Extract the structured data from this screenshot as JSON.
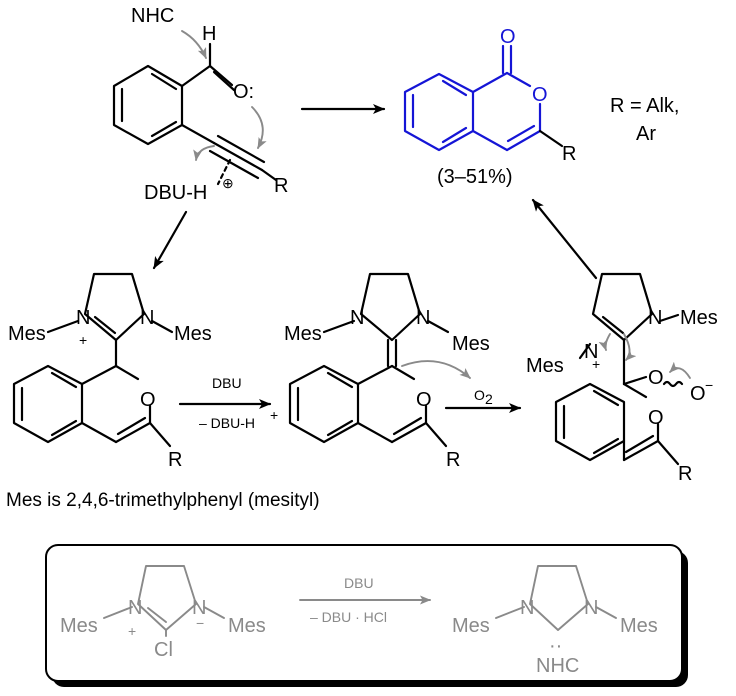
{
  "reagents": {
    "nhc": "NHC",
    "h": "H",
    "o_lone": "O:",
    "r": "R",
    "dbu_h": "DBU-H",
    "plus": "⊕"
  },
  "product": {
    "o_top": "O",
    "o_ring": "O",
    "r": "R",
    "r_def_1": "R = Alk,",
    "r_def_2": "Ar",
    "yield": "(3–51%)"
  },
  "intermediates": {
    "mes": "Mes",
    "n": "N",
    "o": "O",
    "r": "R",
    "plus": "+",
    "minus": "−",
    "dbu": "DBU",
    "minus_dbu_h": "– DBU-H",
    "superscript_plus": "+",
    "o2": "O",
    "o2_sub": "2",
    "o_minus": "O",
    "neg": "−"
  },
  "caption": "Mes is 2,4,6-trimethylphenyl (mesityl)",
  "box": {
    "mes": "Mes",
    "n": "N",
    "cl": "Cl",
    "plus": "+",
    "minus": "−",
    "dbu": "DBU",
    "dbu_hcl": "– DBU · HCl",
    "nhc": "NHC",
    "dots": "··"
  },
  "colors": {
    "product": "#1515d6",
    "grey": "#8a8a8a",
    "black": "#000000"
  }
}
